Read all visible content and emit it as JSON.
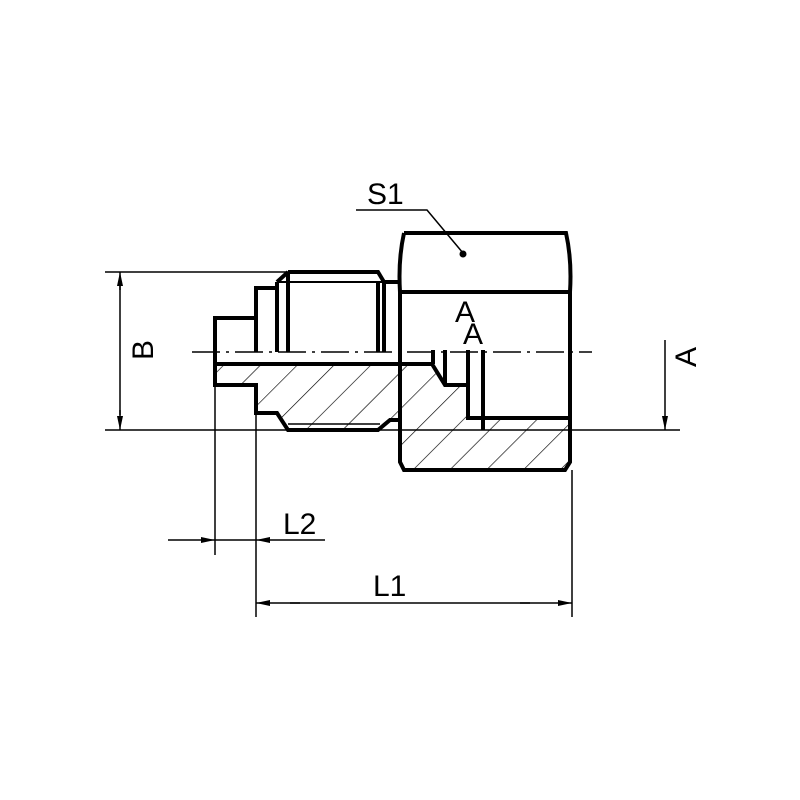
{
  "labels": {
    "s1": "S1",
    "b": "B",
    "a_dim": "A",
    "a_section_1": "A",
    "a_section_2": "A",
    "l1": "L1",
    "l2": "L2"
  },
  "colors": {
    "line": "#000000",
    "background": "#ffffff"
  }
}
